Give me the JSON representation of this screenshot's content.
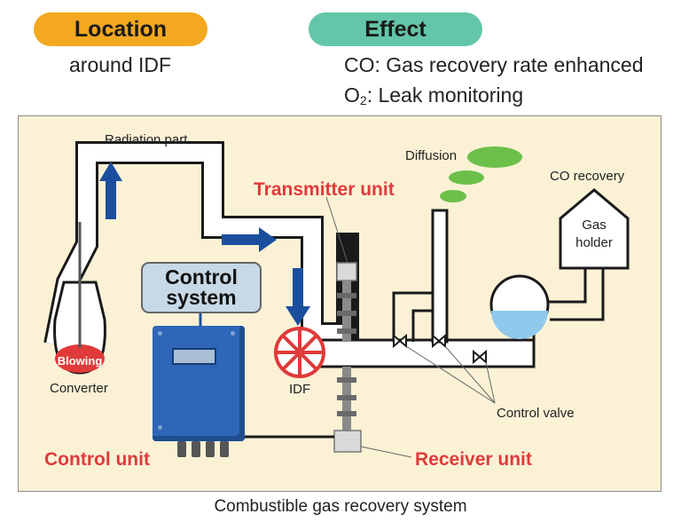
{
  "header": {
    "location_label": "Location",
    "location_value": "around IDF",
    "effect_label": "Effect",
    "effect_line1": "CO: Gas recovery rate enhanced",
    "effect_line2_prefix": "O",
    "effect_line2_subscript": "2",
    "effect_line2_rest": ": Leak monitoring"
  },
  "diagram": {
    "radiation_part": "Radiation part",
    "blowing": "Blowing",
    "converter": "Converter",
    "control_system_line1": "Control",
    "control_system_line2": "system",
    "transmitter_unit": "Transmitter unit",
    "diffusion": "Diffusion",
    "co_recovery": "CO recovery",
    "gas_holder_line1": "Gas",
    "gas_holder_line2": "holder",
    "idf": "IDF",
    "control_valve": "Control valve",
    "control_unit": "Control unit",
    "receiver_unit": "Receiver unit"
  },
  "caption": "Combustible gas recovery system",
  "colors": {
    "location_pill": "#f4a81f",
    "effect_pill": "#63c6a8",
    "panel_background": "#fbf2d6",
    "red_label": "#e03a3a",
    "arrow_blue": "#1b4f9e",
    "smoke_green": "#6cc04a",
    "control_unit_blue": "#2e66b8",
    "control_system_box": "#c7d8e6"
  }
}
